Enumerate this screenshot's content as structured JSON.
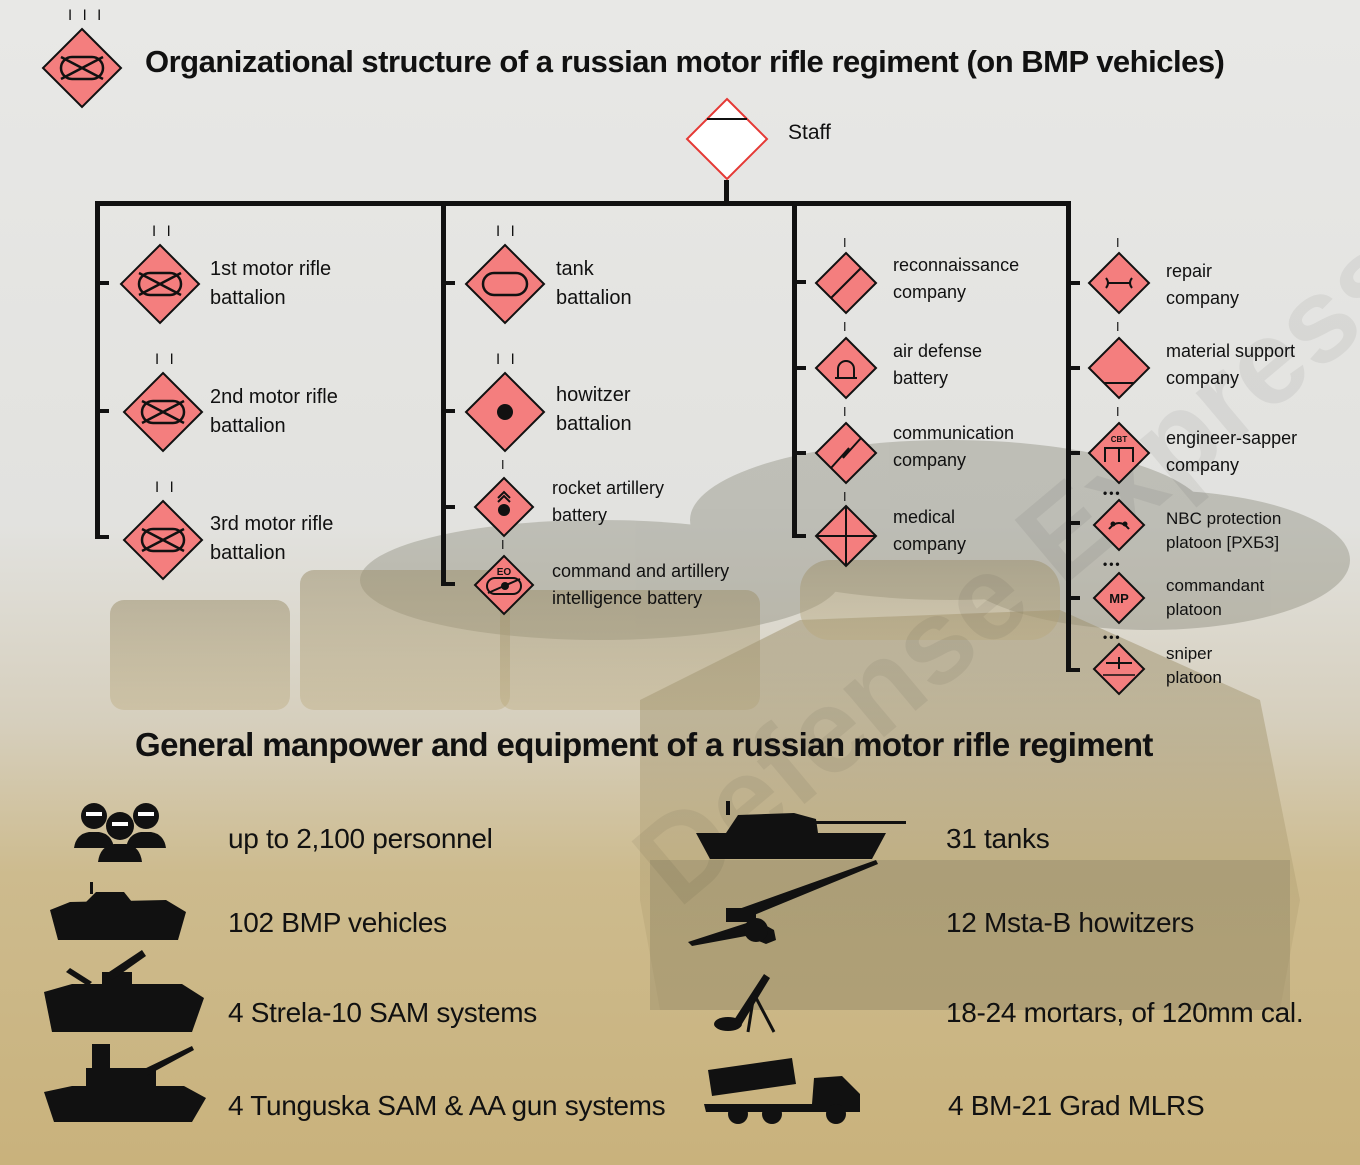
{
  "title": "Organizational structure of a russian motor rifle regiment (on BMP vehicles)",
  "regiment_echelon": "I I I",
  "staff": {
    "label": "Staff"
  },
  "columns": [
    {
      "units": [
        {
          "echelon": "I I",
          "line1": "1st motor rifle",
          "line2": "battalion",
          "icon": "motor-rifle-icon"
        },
        {
          "echelon": "I I",
          "line1": "2nd motor rifle",
          "line2": "battalion",
          "icon": "motor-rifle-icon"
        },
        {
          "echelon": "I I",
          "line1": "3rd motor rifle",
          "line2": "battalion",
          "icon": "motor-rifle-icon"
        }
      ]
    },
    {
      "units": [
        {
          "echelon": "I I",
          "line1": "tank",
          "line2": "battalion",
          "icon": "tank-icon"
        },
        {
          "echelon": "I I",
          "line1": "howitzer",
          "line2": "battalion",
          "icon": "howitzer-icon"
        },
        {
          "echelon": "I",
          "line1": "rocket artillery",
          "line2": "battery",
          "icon": "rocket-artillery-icon"
        },
        {
          "echelon": "I",
          "line1": "command and artillery",
          "line2": "intelligence battery",
          "icon": "artillery-intelligence-icon",
          "mark": "EO"
        }
      ]
    },
    {
      "units": [
        {
          "echelon": "I",
          "line1": "reconnaissance",
          "line2": "company",
          "icon": "reconnaissance-icon"
        },
        {
          "echelon": "I",
          "line1": "air defense",
          "line2": "battery",
          "icon": "air-defense-icon"
        },
        {
          "echelon": "I",
          "line1": "communication",
          "line2": "company",
          "icon": "signal-icon"
        },
        {
          "echelon": "I",
          "line1": "medical",
          "line2": "company",
          "icon": "medical-icon"
        }
      ]
    },
    {
      "units": [
        {
          "echelon": "I",
          "line1": "repair",
          "line2": "company",
          "icon": "repair-icon"
        },
        {
          "echelon": "I",
          "line1": "material support",
          "line2": "company",
          "icon": "supply-icon"
        },
        {
          "echelon": "I",
          "line1": "engineer-sapper",
          "line2": "company",
          "icon": "engineer-icon",
          "mark": "CBT"
        },
        {
          "echelon": "•••",
          "line1": "NBC protection",
          "line2": "platoon [РХБЗ]",
          "icon": "nbc-icon"
        },
        {
          "echelon": "•••",
          "line1": "commandant",
          "line2": "platoon",
          "icon": "military-police-icon",
          "mark": "MP"
        },
        {
          "echelon": "•••",
          "line1": "sniper",
          "line2": "platoon",
          "icon": "sniper-icon"
        }
      ]
    }
  ],
  "subtitle": "General manpower and equipment of a russian motor rifle regiment",
  "stats": [
    {
      "text": "up to 2,100 personnel",
      "icon": "personnel-icon"
    },
    {
      "text": "31 tanks",
      "icon": "tank-silhouette-icon"
    },
    {
      "text": "102 BMP vehicles",
      "icon": "bmp-silhouette-icon"
    },
    {
      "text": "12  Msta-B howitzers",
      "icon": "howitzer-silhouette-icon"
    },
    {
      "text": "4 Strela-10 SAM systems",
      "icon": "strela-silhouette-icon"
    },
    {
      "text": "18-24  mortars, of 120mm cal.",
      "icon": "mortar-silhouette-icon"
    },
    {
      "text": "4 Tunguska SAM & AA gun systems",
      "icon": "tunguska-silhouette-icon"
    },
    {
      "text": "4 BM-21 Grad MLRS",
      "icon": "grad-silhouette-icon"
    }
  ],
  "colors": {
    "symbol_fill": "#f47e7e",
    "symbol_stroke": "#111111",
    "staff_stroke": "#e53935",
    "lines": "#111111"
  },
  "watermark": "Defense Express"
}
